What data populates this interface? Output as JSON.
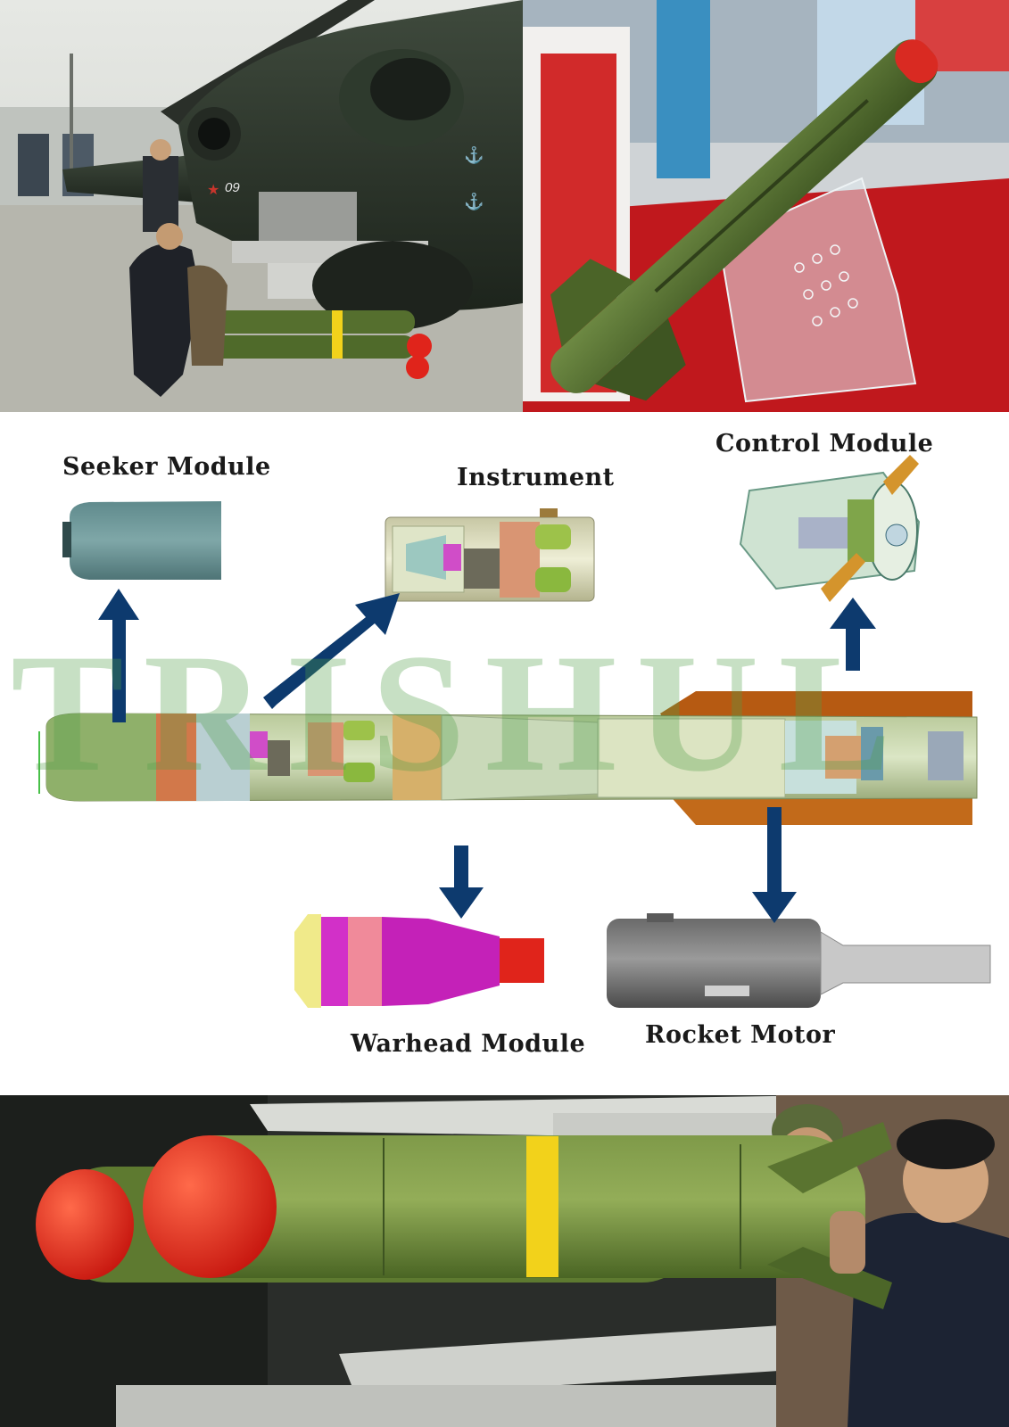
{
  "diagram": {
    "modules": {
      "seeker": "Seeker Module",
      "instrument": "Instrument",
      "control": "Control Module",
      "warhead": "Warhead Module",
      "motor": "Rocket Motor"
    },
    "watermark": "TRISHUL"
  },
  "photos": {
    "top_left_tail_number": "09"
  },
  "colors": {
    "arrow": "#0d3a6e",
    "missile_green": "#5b7a2f",
    "nose_red": "#e0241b",
    "band_yellow": "#f2d21b",
    "warhead_magenta": "#c421b8",
    "fin_orange": "#b8631c"
  }
}
